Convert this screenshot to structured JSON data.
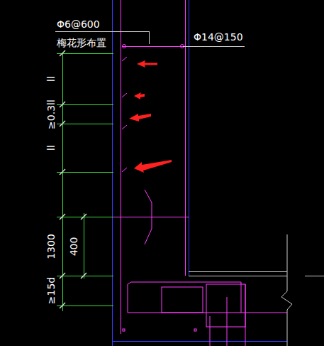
{
  "diagram": {
    "labels": [
      "Φ6@600",
      "梅花形布置",
      "Φ14@150",
      "ll",
      "≥0.3ll",
      "ll",
      "1300",
      "400",
      "≥15d"
    ]
  }
}
